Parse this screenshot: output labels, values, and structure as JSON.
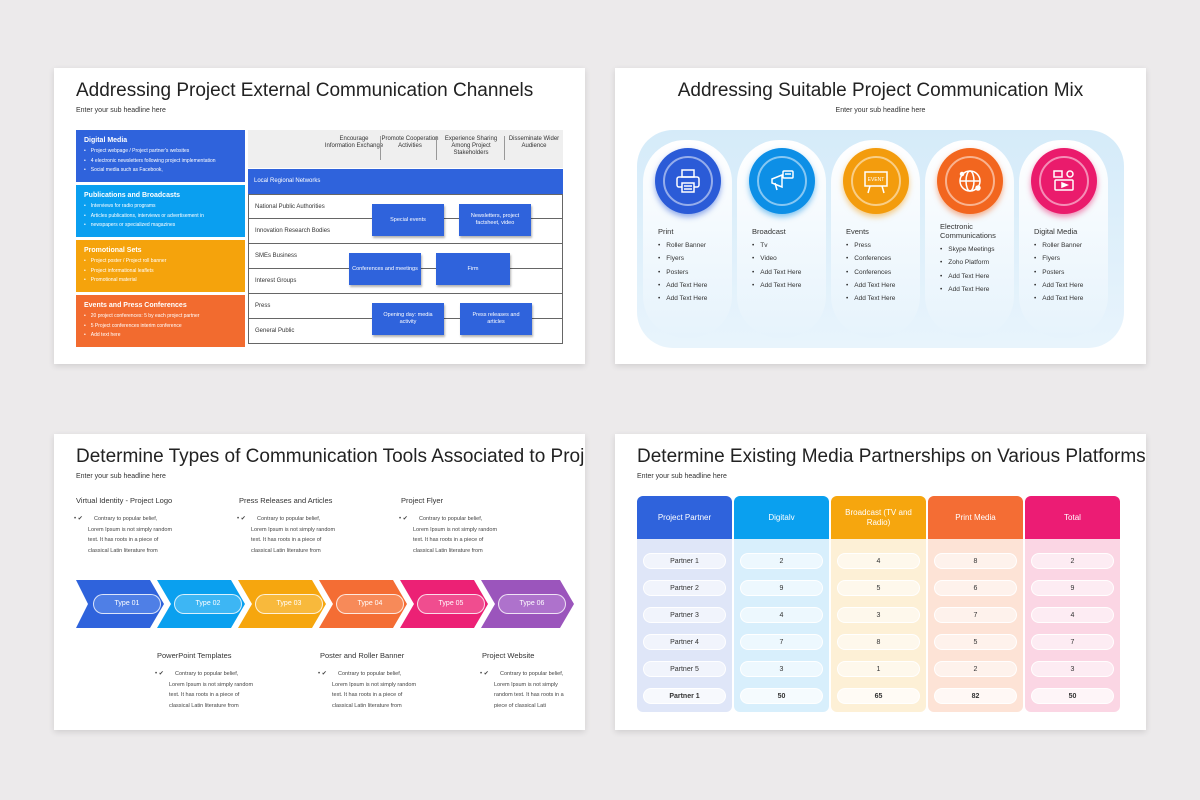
{
  "slide1": {
    "title": "Addressing Project External Communication Channels",
    "subtitle": "Enter your sub headline here",
    "categories": [
      {
        "title": "Digital Media",
        "color": "#2f63dc",
        "items": [
          "Project webpage / Project partner's websites",
          "4 electronic newsletters following project implementation",
          "Social media such as Facebook,"
        ]
      },
      {
        "title": "Publications and Broadcasts",
        "color": "#0a9ff0",
        "items": [
          "Interviews for radio programs",
          "Articles publications, interviews or advertisement in",
          "newspapers or specialized magazines"
        ]
      },
      {
        "title": "Promotional Sets",
        "color": "#f5a30c",
        "items": [
          "Project poster / Project roll banner",
          "Project informational leaflets",
          "Promotional material"
        ]
      },
      {
        "title": "Events and Press Conferences",
        "color": "#f26b2f",
        "items": [
          "20 project conferences: 5 by each project partner",
          "5 Project conferences interim conference",
          "Add text here"
        ]
      }
    ],
    "columns": [
      "Encourage Information Exchange",
      "Promote Cooperation Activities",
      "Experience Sharing Among Project Stakeholders",
      "Disseminate Wider Audience"
    ],
    "rows": [
      "Local Regional Networks",
      "National Public Authorities",
      "Innovation Research Bodies",
      "SMEs Business",
      "Interest Groups",
      "Press",
      "General Public"
    ],
    "boxes": [
      "Special events",
      "Newsletters, project factsheet, video",
      "Conferences and meetings",
      "Firm",
      "Opening day: media activity",
      "Press releases and articles"
    ]
  },
  "slide2": {
    "title": "Addressing Suitable Project Communication Mix",
    "subtitle": "Enter your sub headline here",
    "columns": [
      {
        "label": "Print",
        "icon": "printer-icon",
        "color": "#2b5bd7",
        "items": [
          "Roller Banner",
          "Flyers",
          "Posters",
          "Add Text Here",
          "Add Text Here"
        ]
      },
      {
        "label": "Broadcast",
        "icon": "megaphone-icon",
        "color": "#0d8fe6",
        "items": [
          "Tv",
          "Video",
          "Add Text Here",
          "Add Text Here"
        ]
      },
      {
        "label": "Events",
        "icon": "event-board-icon",
        "color": "#f39c0d",
        "items": [
          "Press",
          "Conferences",
          "Conferences",
          "Add Text Here",
          "Add Text Here"
        ]
      },
      {
        "label": "Electronic Communications",
        "icon": "globe-network-icon",
        "color": "#f2661f",
        "items": [
          "Skype Meetings",
          "Zoho Platform",
          "Add Text Here",
          "Add Text Here"
        ]
      },
      {
        "label": "Digital Media",
        "icon": "digital-media-icon",
        "color": "#ea1b6c",
        "items": [
          "Roller Banner",
          "Flyers",
          "Posters",
          "Add Text Here",
          "Add Text Here"
        ]
      }
    ]
  },
  "slide3": {
    "title": "Determine Types of Communication Tools Associated to Project",
    "subtitle": "Enter your sub headline here",
    "types": [
      {
        "label": "Type 01",
        "color": "#2f63dc"
      },
      {
        "label": "Type 02",
        "color": "#0aa0ef"
      },
      {
        "label": "Type 03",
        "color": "#f6a60e"
      },
      {
        "label": "Type 04",
        "color": "#f46d34"
      },
      {
        "label": "Type 05",
        "color": "#ec2175"
      },
      {
        "label": "Type 06",
        "color": "#9b55bc"
      }
    ],
    "tools_top": [
      {
        "title": "Virtual Identity - Project Logo",
        "lines": [
          "Contrary to popular belief,",
          "Lorem Ipsum is not simply random",
          "text. It has roots in a piece of",
          "classical Latin literature from"
        ]
      },
      {
        "title": "Press Releases and Articles",
        "lines": [
          "Contrary to popular belief,",
          "Lorem Ipsum is not simply random",
          "text. It has roots in a piece of",
          "classical Latin literature from"
        ]
      },
      {
        "title": "Project Flyer",
        "lines": [
          "Contrary to popular belief,",
          "Lorem Ipsum is not simply random",
          "text. It has roots in a piece of",
          "classical Latin literature from"
        ]
      }
    ],
    "tools_bottom": [
      {
        "title": "PowerPoint Templates",
        "lines": [
          "Contrary to popular belief,",
          "Lorem Ipsum is not simply random",
          "text. It has roots in a piece of",
          "classical Latin literature from"
        ]
      },
      {
        "title": "Poster and Roller Banner",
        "lines": [
          "Contrary to popular belief,",
          "Lorem Ipsum is not simply random",
          "text. It has roots in a piece of",
          "classical Latin literature from"
        ]
      },
      {
        "title": "Project Website",
        "lines": [
          "Contrary to popular belief,",
          "Lorem Ipsum is not simply",
          "random text. It has roots in a",
          "piece of classical Lati"
        ]
      }
    ]
  },
  "slide4": {
    "title": "Determine Existing Media Partnerships on Various Platforms",
    "subtitle": "Enter your sub headline here",
    "columns": [
      {
        "header": "Project Partner",
        "color": "#2f63dc",
        "bg": "#dfe6f8",
        "cells": [
          "Partner 1",
          "Partner 2",
          "Partner 3",
          "Partner 4",
          "Partner 5",
          "Partner 1"
        ]
      },
      {
        "header": "Digitalv",
        "color": "#0aa0ef",
        "bg": "#d8effc",
        "cells": [
          "2",
          "9",
          "4",
          "7",
          "3",
          "50"
        ]
      },
      {
        "header": "Broadcast (TV and Radio)",
        "color": "#f6a60e",
        "bg": "#fdf0d6",
        "cells": [
          "4",
          "5",
          "3",
          "8",
          "1",
          "65"
        ]
      },
      {
        "header": "Print Media",
        "color": "#f46d34",
        "bg": "#fde3d6",
        "cells": [
          "8",
          "6",
          "7",
          "5",
          "2",
          "82"
        ]
      },
      {
        "header": "Total",
        "color": "#ec1c74",
        "bg": "#fbd6e4",
        "cells": [
          "2",
          "9",
          "4",
          "7",
          "3",
          "50"
        ]
      }
    ]
  }
}
